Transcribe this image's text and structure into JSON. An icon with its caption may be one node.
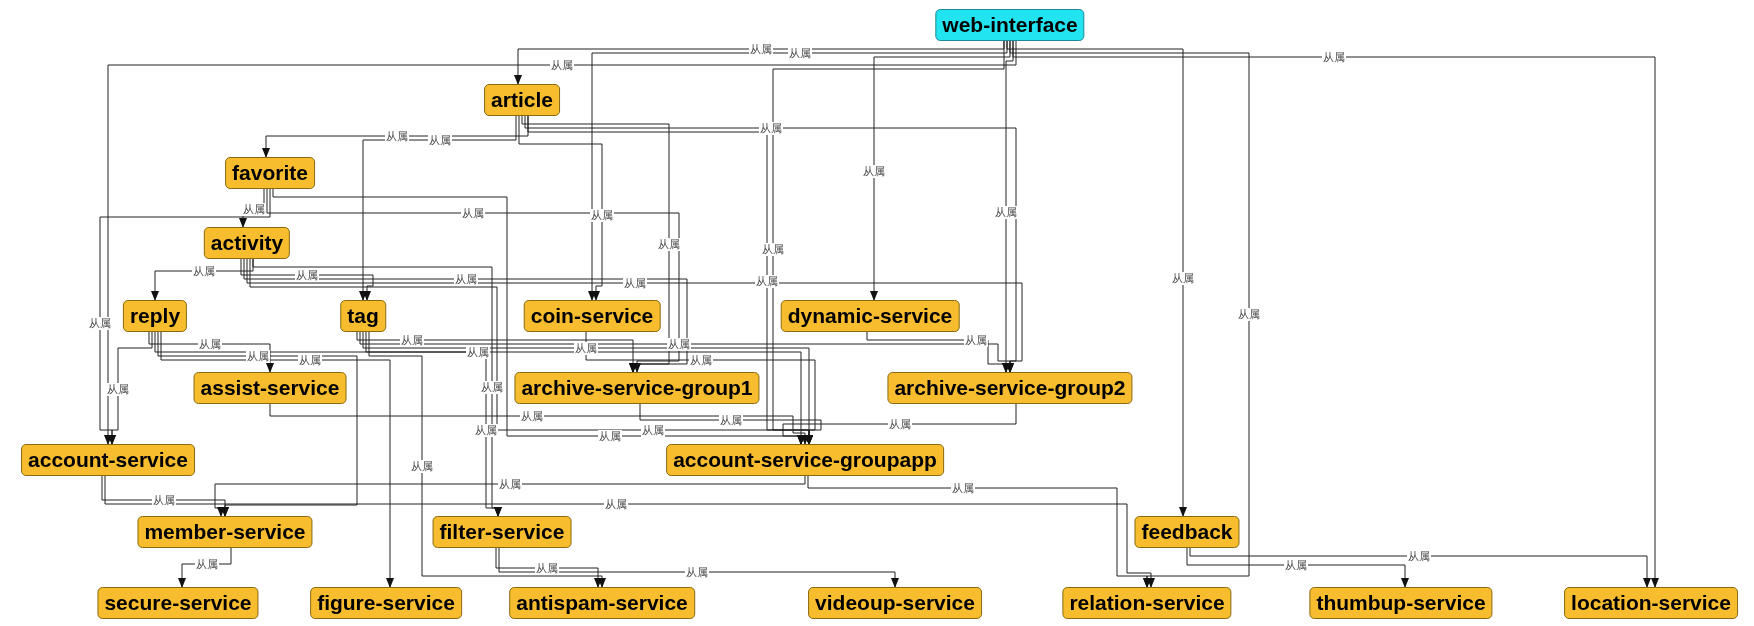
{
  "diagram": {
    "nodes": [
      {
        "text": [
          "web-interface"
        ]
      },
      {
        "text": [
          "article"
        ]
      },
      {
        "text": [
          "favorite"
        ]
      },
      {
        "text": [
          "activity"
        ]
      },
      {
        "text": [
          "reply"
        ]
      },
      {
        "text": [
          "tag"
        ]
      },
      {
        "text": [
          "coin-service"
        ]
      },
      {
        "text": [
          "dynamic-service"
        ]
      },
      {
        "text": [
          "assist-service"
        ]
      },
      {
        "text": [
          "archive-service-group1"
        ]
      },
      {
        "text": [
          "archive-service-group2"
        ]
      },
      {
        "text": [
          "account-service"
        ]
      },
      {
        "text": [
          "account-service-groupapp"
        ]
      },
      {
        "text": [
          "member-service"
        ]
      },
      {
        "text": [
          "filter-service"
        ]
      },
      {
        "text": [
          "feedback"
        ]
      },
      {
        "text": [
          "secure-service"
        ]
      },
      {
        "text": [
          "figure-service"
        ]
      },
      {
        "text": [
          "antispam-service"
        ]
      },
      {
        "text": [
          "videoup-service"
        ]
      },
      {
        "text": [
          "relation-service"
        ]
      },
      {
        "text": [
          "thumbup-service"
        ]
      },
      {
        "text": [
          "location-service"
        ]
      }
    ],
    "edges": [
      {
        "from": 0,
        "to": 1,
        "arrow": "to",
        "label": "从属"
      },
      {
        "from": 0,
        "to": 6,
        "arrow": "to",
        "label": "从属"
      },
      {
        "from": 0,
        "to": 7,
        "arrow": "to",
        "label": "从属"
      },
      {
        "from": 0,
        "to": 10,
        "arrow": "to",
        "label": "从属"
      },
      {
        "from": 0,
        "to": 11,
        "arrow": "to",
        "label": "从属"
      },
      {
        "from": 0,
        "to": 12,
        "arrow": "to",
        "label": "从属"
      },
      {
        "from": 0,
        "to": 15,
        "arrow": "to",
        "label": "从属"
      },
      {
        "from": 0,
        "to": 20,
        "arrow": "to",
        "label": "从属"
      },
      {
        "from": 0,
        "to": 22,
        "arrow": "to",
        "label": "从属"
      },
      {
        "from": 1,
        "to": 2,
        "arrow": "to",
        "label": "从属"
      },
      {
        "from": 1,
        "to": 5,
        "arrow": "to",
        "label": "从属"
      },
      {
        "from": 1,
        "to": 6,
        "arrow": "to",
        "label": "从属"
      },
      {
        "from": 1,
        "to": 9,
        "arrow": "to",
        "label": "从属"
      },
      {
        "from": 1,
        "to": 10,
        "arrow": "to",
        "label": "从属"
      },
      {
        "from": 1,
        "to": 12,
        "arrow": "to",
        "label": "从属"
      },
      {
        "from": 2,
        "to": 3,
        "arrow": "to",
        "label": "从属"
      },
      {
        "from": 2,
        "to": 9,
        "arrow": "to",
        "label": "从属"
      },
      {
        "from": 2,
        "to": 11,
        "arrow": "to",
        "label": "从属"
      },
      {
        "from": 2,
        "to": 12,
        "arrow": "to",
        "label": "从属"
      },
      {
        "from": 3,
        "to": 4,
        "arrow": "to",
        "label": "从属"
      },
      {
        "from": 3,
        "to": 5,
        "arrow": "to",
        "label": "从属"
      },
      {
        "from": 3,
        "to": 9,
        "arrow": "to",
        "label": "从属"
      },
      {
        "from": 3,
        "to": 10,
        "arrow": "to",
        "label": "从属"
      },
      {
        "from": 3,
        "to": 12,
        "arrow": "to",
        "label": "从属"
      },
      {
        "from": 3,
        "to": 14,
        "arrow": "to",
        "label": "从属"
      },
      {
        "from": 4,
        "to": 8,
        "arrow": "to",
        "label": "从属"
      },
      {
        "from": 4,
        "to": 11,
        "arrow": "to",
        "label": "从属"
      },
      {
        "from": 4,
        "to": 12,
        "arrow": "to",
        "label": "从属"
      },
      {
        "from": 4,
        "to": 13,
        "arrow": "to",
        "label": "从属"
      },
      {
        "from": 4,
        "to": 17,
        "arrow": "to",
        "label": "从属"
      },
      {
        "from": 5,
        "to": 9,
        "arrow": "to",
        "label": "从属"
      },
      {
        "from": 5,
        "to": 10,
        "arrow": "to",
        "label": "从属"
      },
      {
        "from": 5,
        "to": 12,
        "arrow": "to",
        "label": "从属"
      },
      {
        "from": 5,
        "to": 14,
        "arrow": "to",
        "label": "从属"
      },
      {
        "from": 5,
        "to": 18,
        "arrow": "to",
        "label": "从属"
      },
      {
        "from": 6,
        "to": 12,
        "arrow": "to",
        "label": "从属"
      },
      {
        "from": 7,
        "to": 10,
        "arrow": "to",
        "label": "从属"
      },
      {
        "from": 8,
        "to": 12,
        "arrow": "to",
        "label": "从属"
      },
      {
        "from": 9,
        "to": 12,
        "arrow": "to",
        "label": "从属"
      },
      {
        "from": 10,
        "to": 12,
        "arrow": "to",
        "label": "从属"
      },
      {
        "from": 11,
        "to": 13,
        "arrow": "to",
        "label": "从属"
      },
      {
        "from": 11,
        "to": 20,
        "arrow": "to",
        "label": "从属"
      },
      {
        "from": 12,
        "to": 13,
        "arrow": "to",
        "label": "从属"
      },
      {
        "from": 12,
        "to": 20,
        "arrow": "to",
        "label": "从属"
      },
      {
        "from": 13,
        "to": 16,
        "arrow": "to",
        "label": "从属"
      },
      {
        "from": 14,
        "to": 18,
        "arrow": "to",
        "label": "从属"
      },
      {
        "from": 14,
        "to": 19,
        "arrow": "to",
        "label": "从属"
      },
      {
        "from": 15,
        "to": 21,
        "arrow": "to",
        "label": "从属"
      },
      {
        "from": 15,
        "to": 22,
        "arrow": "to",
        "label": "从属"
      }
    ]
  }
}
